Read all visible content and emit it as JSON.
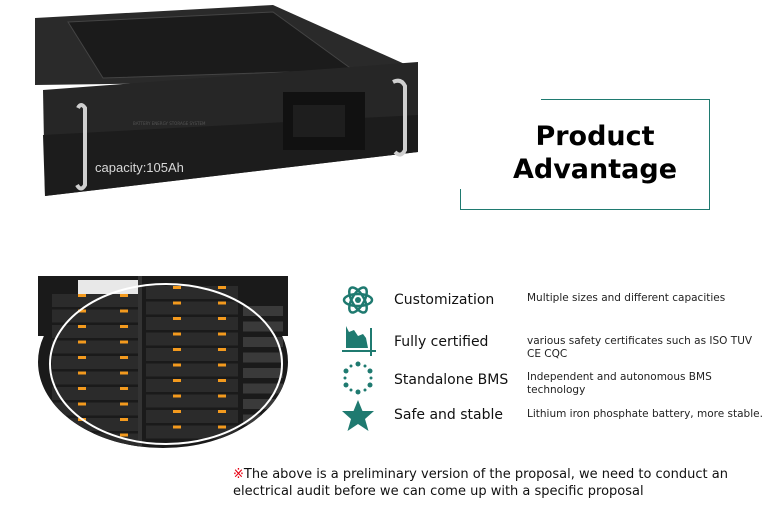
{
  "product": {
    "capacity_label": "capacity:105Ah"
  },
  "section": {
    "title_line1": "Product",
    "title_line2": "Advantage"
  },
  "features": [
    {
      "icon": "atom-icon",
      "name": "Customization",
      "description": "Multiple sizes and different capacities"
    },
    {
      "icon": "chart-area-icon",
      "name": "Fully certified",
      "description": "various safety certificates such as ISO TUV CE CQC"
    },
    {
      "icon": "dotted-circle-icon",
      "name": "Standalone BMS",
      "description": "Independent and autonomous BMS technology"
    },
    {
      "icon": "star-icon",
      "name": "Safe and stable",
      "description": "Lithium iron phosphate battery, more stable."
    }
  ],
  "note": {
    "mark": "※",
    "text": "The above is a preliminary version of the proposal, we need to conduct an electrical audit before we can come up with a specific proposal"
  },
  "colors": {
    "accent": "#1f7a70",
    "note_mark": "#e60012"
  }
}
